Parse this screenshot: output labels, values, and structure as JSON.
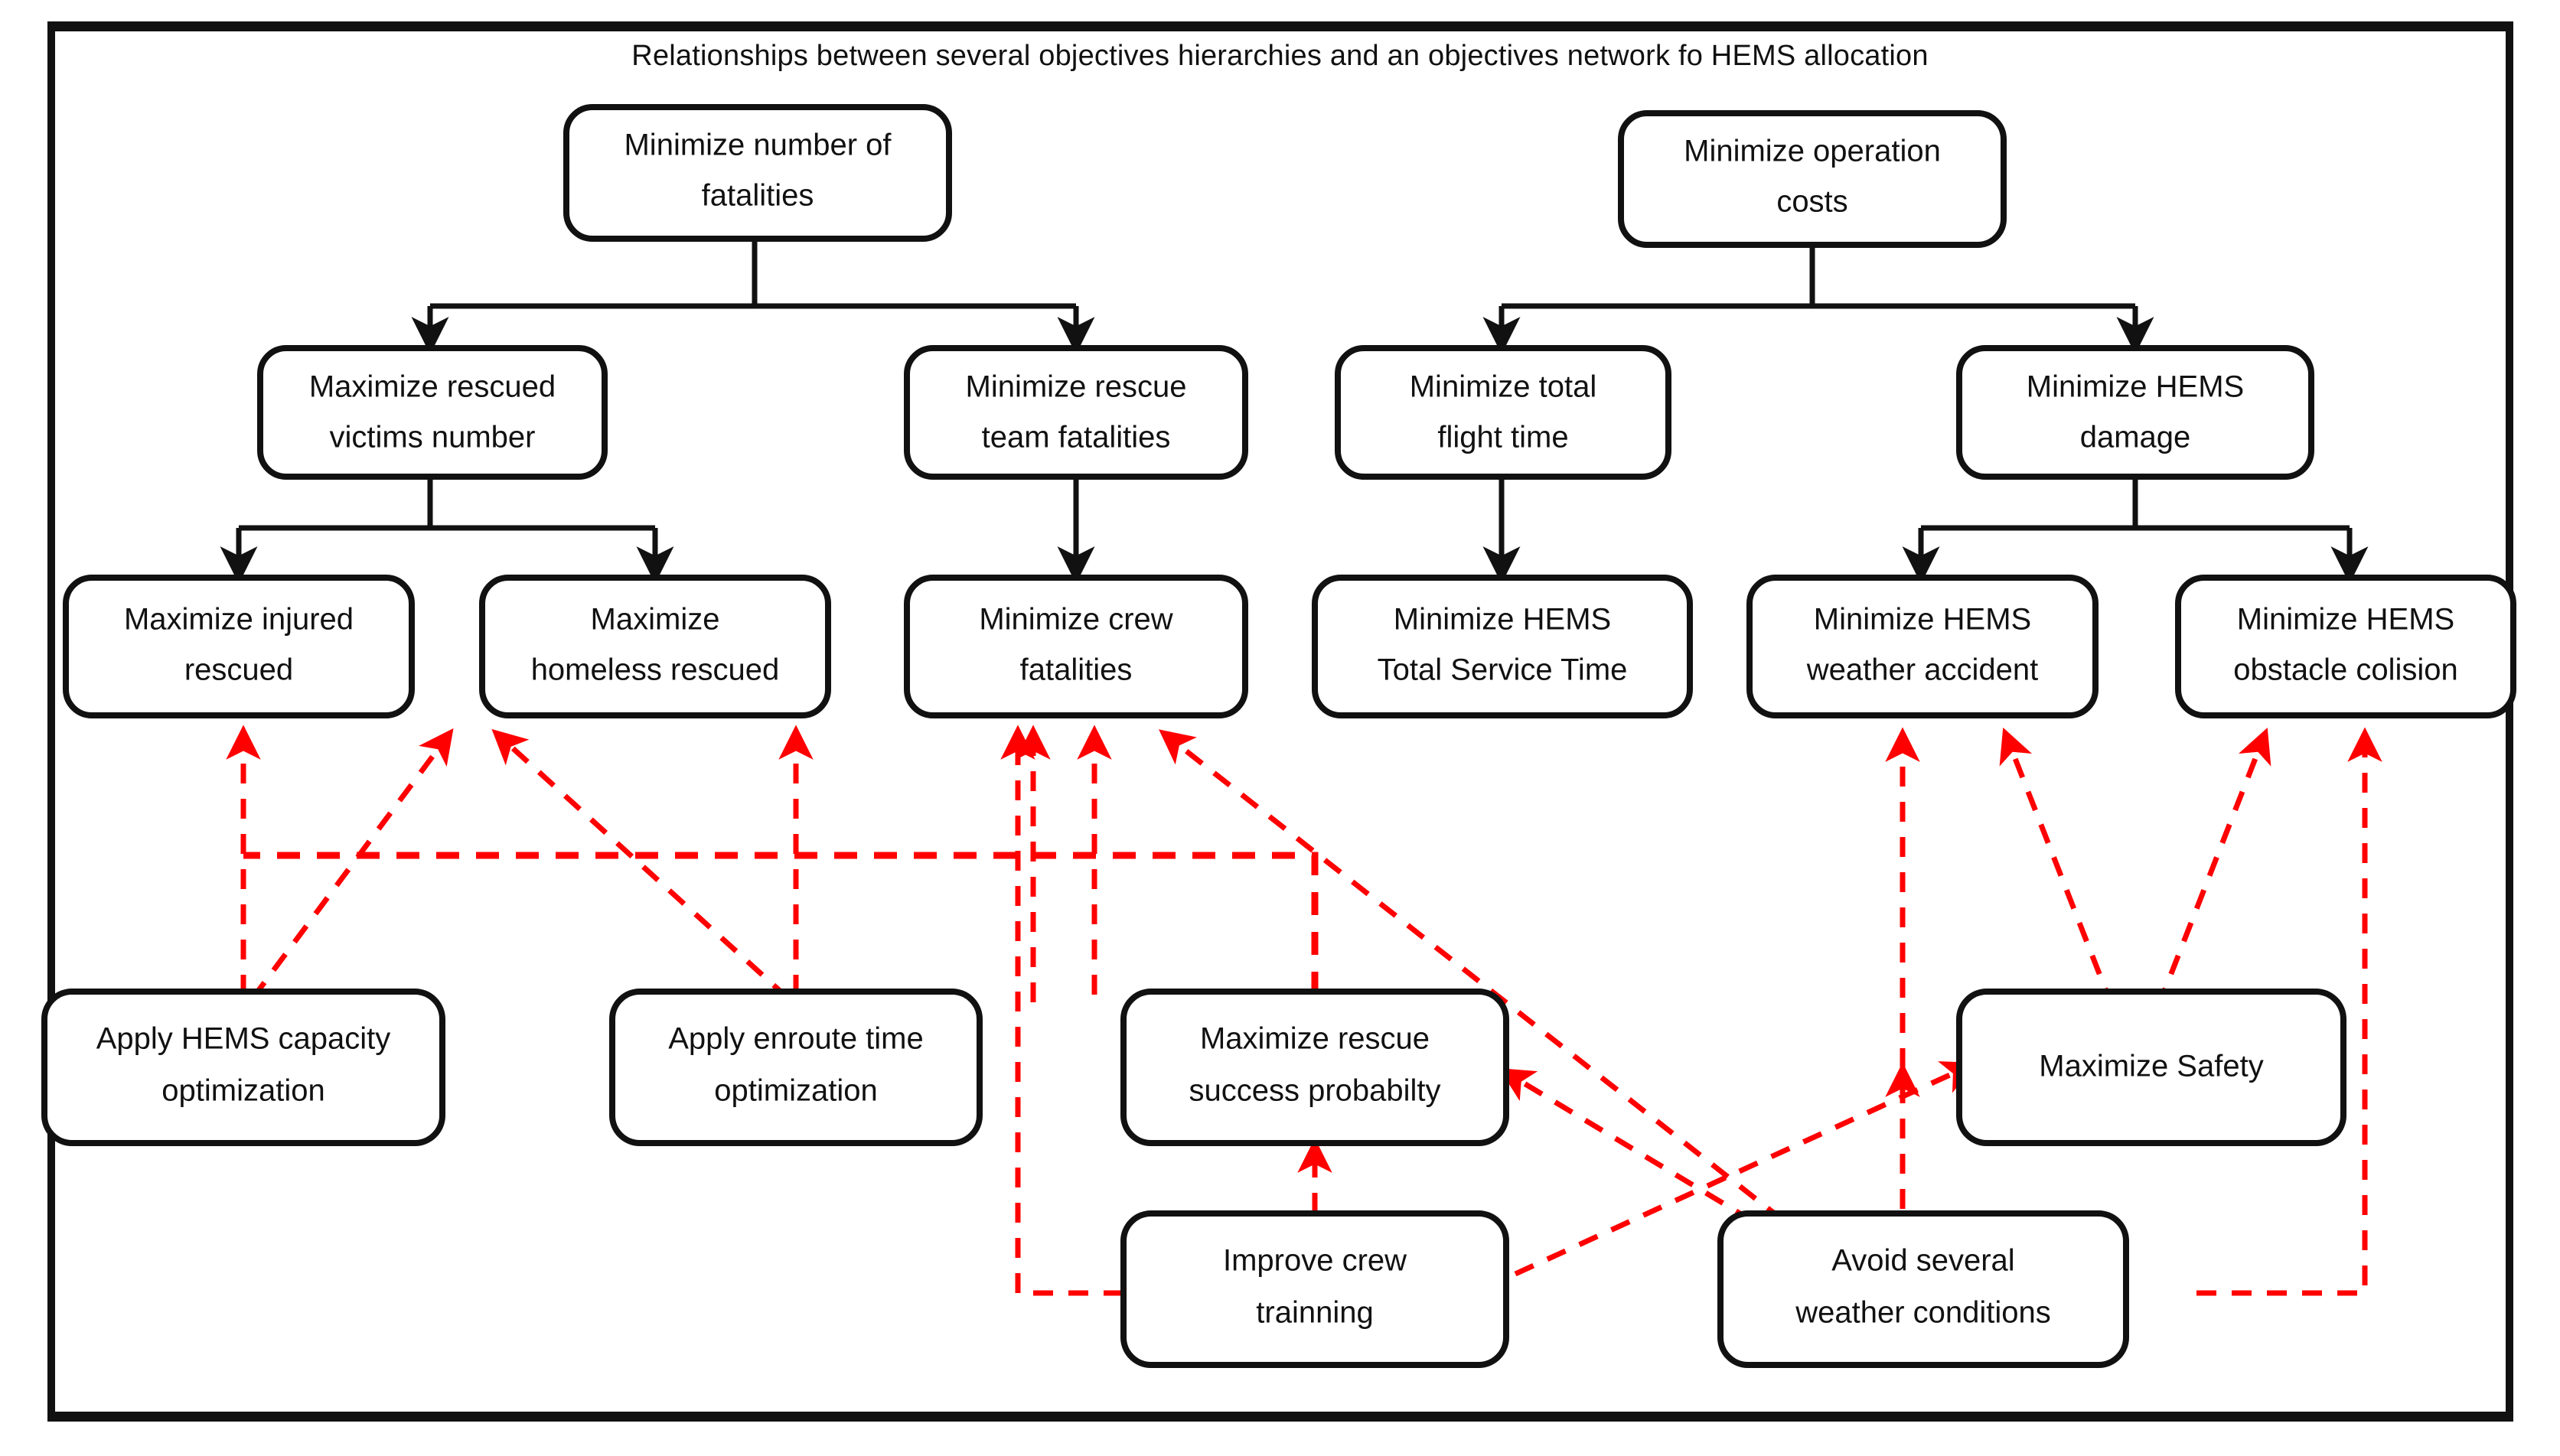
{
  "title": "Relationships between several objectives hierarchies and an objectives network fo HEMS allocation",
  "colors": {
    "node_stroke": "#111111",
    "node_fill": "#ffffff",
    "hierarchy_link": "#111111",
    "relationship_link": "#ff0000",
    "text": "#111111",
    "frame": "#111111"
  },
  "legend": {
    "hierarchy_link_style": "solid black arrow",
    "relationship_link_style": "dashed red arrow"
  },
  "nodes": {
    "min_fatalities": {
      "label_line1": "Minimize number  of",
      "label_line2": "fatalities",
      "level": "objective-top"
    },
    "min_operation_costs": {
      "label_line1": "Minimize operation",
      "label_line2": "costs",
      "level": "objective-top"
    },
    "max_rescued_victims": {
      "label_line1": "Maximize rescued",
      "label_line2": "victims number",
      "level": "objective-mid"
    },
    "min_rescue_team_fatalities": {
      "label_line1": "Minimize rescue",
      "label_line2": "team fatalities",
      "level": "objective-mid"
    },
    "min_total_flight_time": {
      "label_line1": "Minimize total",
      "label_line2": "flight time",
      "level": "objective-mid"
    },
    "min_hems_damage": {
      "label_line1": "Minimize HEMS",
      "label_line2": "damage",
      "level": "objective-mid"
    },
    "max_injured_rescued": {
      "label_line1": "Maximize injured",
      "label_line2": "rescued",
      "level": "objective-leaf"
    },
    "max_homeless_rescued": {
      "label_line1": "Maximize",
      "label_line2": "homeless rescued",
      "level": "objective-leaf"
    },
    "min_crew_fatalities": {
      "label_line1": "Minimize crew",
      "label_line2": "fatalities",
      "level": "objective-leaf"
    },
    "min_hems_total_service_time": {
      "label_line1": "Minimize HEMS",
      "label_line2": "Total Service Time",
      "level": "objective-leaf"
    },
    "min_hems_weather_accident": {
      "label_line1": "Minimize HEMS",
      "label_line2": "weather accident",
      "level": "objective-leaf"
    },
    "min_hems_obstacle_colision": {
      "label_line1": "Minimize HEMS",
      "label_line2": "obstacle colision",
      "level": "objective-leaf"
    },
    "apply_hems_capacity_opt": {
      "label_line1": "Apply HEMS capacity",
      "label_line2": "optimization",
      "level": "means"
    },
    "apply_enroute_time_opt": {
      "label_line1": "Apply enroute time",
      "label_line2": "optimization",
      "level": "means"
    },
    "max_rescue_success_prob": {
      "label_line1": "Maximize rescue",
      "label_line2": "success probabilty",
      "level": "means"
    },
    "maximize_safety": {
      "label_line1": "Maximize Safety",
      "label_line2": "",
      "level": "means"
    },
    "improve_crew_training": {
      "label_line1": "Improve crew",
      "label_line2": "trainning",
      "level": "means"
    },
    "avoid_weather_conditions": {
      "label_line1": "Avoid several",
      "label_line2": "weather conditions",
      "level": "means"
    }
  },
  "hierarchy_edges": [
    {
      "from": "min_fatalities",
      "to": "max_rescued_victims"
    },
    {
      "from": "min_fatalities",
      "to": "min_rescue_team_fatalities"
    },
    {
      "from": "min_operation_costs",
      "to": "min_total_flight_time"
    },
    {
      "from": "min_operation_costs",
      "to": "min_hems_damage"
    },
    {
      "from": "max_rescued_victims",
      "to": "max_injured_rescued"
    },
    {
      "from": "max_rescued_victims",
      "to": "max_homeless_rescued"
    },
    {
      "from": "min_rescue_team_fatalities",
      "to": "min_crew_fatalities"
    },
    {
      "from": "min_total_flight_time",
      "to": "min_hems_total_service_time"
    },
    {
      "from": "min_hems_damage",
      "to": "min_hems_weather_accident"
    },
    {
      "from": "min_hems_damage",
      "to": "min_hems_obstacle_colision"
    }
  ],
  "relationship_edges": [
    {
      "from": "apply_hems_capacity_opt",
      "to": "max_injured_rescued"
    },
    {
      "from": "apply_hems_capacity_opt",
      "to": "max_homeless_rescued"
    },
    {
      "from": "apply_enroute_time_opt",
      "to": "max_homeless_rescued"
    },
    {
      "from": "apply_enroute_time_opt",
      "to": "min_crew_fatalities"
    },
    {
      "from": "apply_enroute_time_opt",
      "to": "min_hems_total_service_time"
    },
    {
      "from": "max_rescue_success_prob",
      "to": "min_crew_fatalities"
    },
    {
      "from": "max_rescue_success_prob",
      "to": "max_injured_rescued"
    },
    {
      "from": "improve_crew_training",
      "to": "max_rescue_success_prob"
    },
    {
      "from": "improve_crew_training",
      "to": "min_crew_fatalities"
    },
    {
      "from": "improve_crew_training",
      "to": "maximize_safety"
    },
    {
      "from": "maximize_safety",
      "to": "min_hems_weather_accident"
    },
    {
      "from": "maximize_safety",
      "to": "min_hems_obstacle_colision"
    },
    {
      "from": "avoid_weather_conditions",
      "to": "maximize_safety"
    },
    {
      "from": "avoid_weather_conditions",
      "to": "min_hems_weather_accident"
    },
    {
      "from": "avoid_weather_conditions",
      "to": "min_hems_obstacle_colision"
    },
    {
      "from": "avoid_weather_conditions",
      "to": "min_crew_fatalities"
    }
  ]
}
